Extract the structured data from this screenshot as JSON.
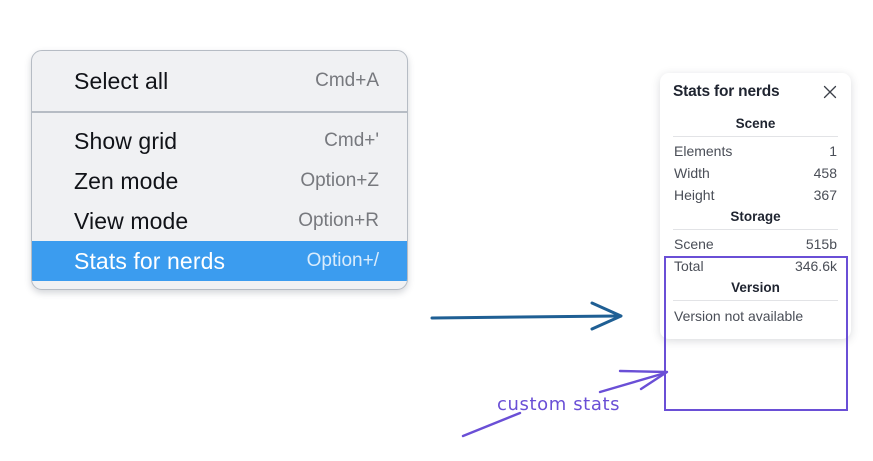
{
  "context_menu": {
    "groups": [
      {
        "items": [
          {
            "label": "Select all",
            "shortcut": "Cmd+A",
            "selected": false
          }
        ]
      },
      {
        "items": [
          {
            "label": "Show grid",
            "shortcut": "Cmd+'",
            "selected": false
          },
          {
            "label": "Zen mode",
            "shortcut": "Option+Z",
            "selected": false
          },
          {
            "label": "View mode",
            "shortcut": "Option+R",
            "selected": false
          },
          {
            "label": "Stats for nerds",
            "shortcut": "Option+/",
            "selected": true
          }
        ]
      }
    ],
    "selected_accent": "#3b9cef"
  },
  "stats_panel": {
    "title": "Stats for nerds",
    "close_icon": "close-icon",
    "sections": [
      {
        "heading": "Scene",
        "rows": [
          {
            "key": "Elements",
            "value": "1"
          },
          {
            "key": "Width",
            "value": "458"
          },
          {
            "key": "Height",
            "value": "367"
          }
        ]
      },
      {
        "heading": "Storage",
        "rows": [
          {
            "key": "Scene",
            "value": "515b"
          },
          {
            "key": "Total",
            "value": "346.6k"
          }
        ]
      },
      {
        "heading": "Version",
        "note": "Version not available"
      }
    ]
  },
  "annotations": {
    "callout_label": "custom stats",
    "callout_color": "#6a4fd6",
    "arrow_color": "#1f5f94"
  }
}
